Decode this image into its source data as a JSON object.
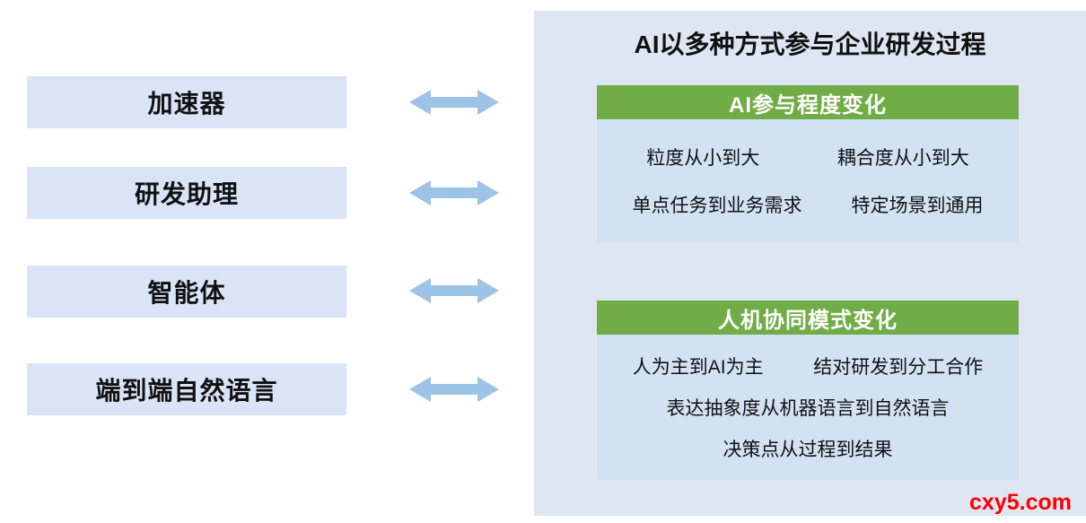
{
  "left_items": [
    {
      "label": "加速器"
    },
    {
      "label": "研发助理"
    },
    {
      "label": "智能体"
    },
    {
      "label": "端到端自然语言"
    }
  ],
  "right_panel": {
    "title": "AI以多种方式参与企业研发过程",
    "sections": [
      {
        "header": "AI参与程度变化",
        "rows": [
          [
            "粒度从小到大",
            "耦合度从小到大"
          ],
          [
            "单点任务到业务需求",
            "特定场景到通用"
          ]
        ]
      },
      {
        "header": "人机协同模式变化",
        "rows": [
          [
            "人为主到AI为主",
            "结对研发到分工合作"
          ],
          [
            "表达抽象度从机器语言到自然语言"
          ],
          [
            "决策点从过程到结果"
          ]
        ]
      }
    ]
  },
  "watermark": "cxy5.com",
  "colors": {
    "left_box_bg": "#d9e4f7",
    "arrow_color": "#9dc3e6",
    "panel_bg": "#dde6f2",
    "section_header_bg": "#70ad47",
    "section_header_text": "#ffffff",
    "section_body_bg": "#d3e2f3",
    "watermark_color": "#ff0000",
    "text_color": "#111111"
  }
}
